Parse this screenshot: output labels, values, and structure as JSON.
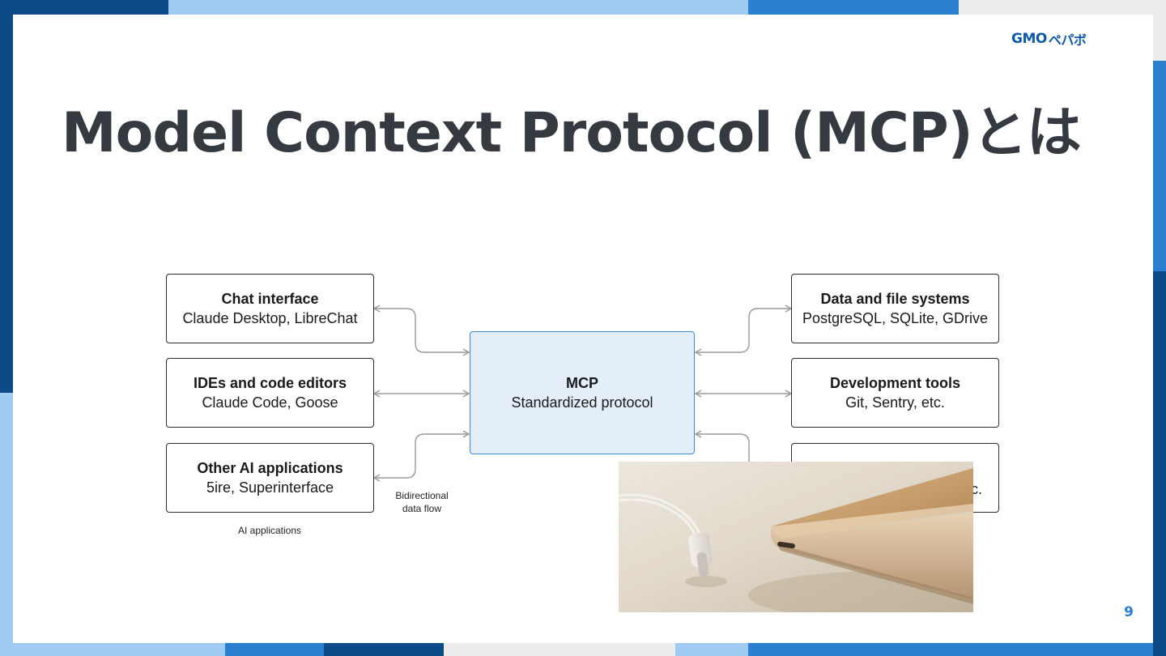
{
  "slide": {
    "title": "Model Context Protocol (MCP)とは",
    "page_number": "9",
    "logo": {
      "gmo": "GMO",
      "kana": "ペパボ"
    }
  },
  "diagram": {
    "center": {
      "title": "MCP",
      "subtitle": "Standardized protocol"
    },
    "left_nodes": [
      {
        "title": "Chat interface",
        "subtitle": "Claude Desktop, LibreChat"
      },
      {
        "title": "IDEs and code editors",
        "subtitle": "Claude Code, Goose"
      },
      {
        "title": "Other AI applications",
        "subtitle": "5ire, Superinterface"
      }
    ],
    "right_nodes": [
      {
        "title": "Data and file systems",
        "subtitle": "PostgreSQL, SQLite, GDrive"
      },
      {
        "title": "Development tools",
        "subtitle": "Git, Sentry, etc."
      },
      {
        "title": "",
        "subtitle": "c."
      }
    ],
    "left_caption": "AI applications",
    "flow_caption_line1": "Bidirectional",
    "flow_caption_line2": "data flow"
  },
  "colors": {
    "dark_blue": "#0e4a87",
    "mid_blue": "#2a7fd0",
    "light_blue": "#9fcaf2",
    "pale_gray": "#ededed",
    "title_text": "#343a40",
    "center_fill": "#e3eef9",
    "center_border": "#3a8ed6",
    "arrow": "#9a9a9a"
  }
}
